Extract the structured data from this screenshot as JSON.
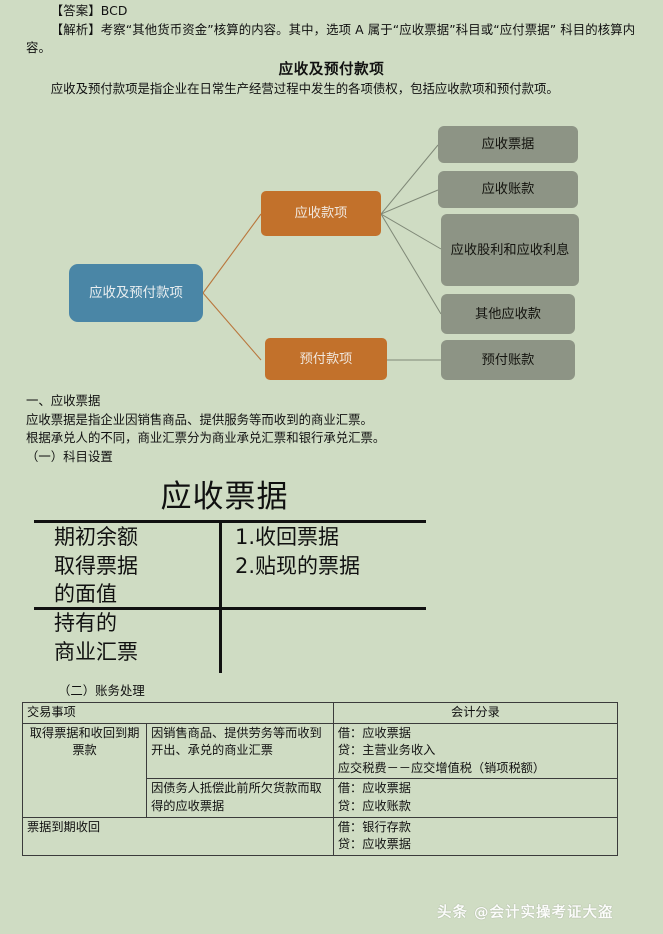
{
  "page": {
    "background_color": "#cfdcc3",
    "text_color": "#111111"
  },
  "top_prose": {
    "answer_line": "【答案】BCD",
    "analysis_line": "【解析】考察“其他货币资金”核算的内容。其中，选项 A 属于“应收票据”科目或“应付票据” 科目的核算内容。"
  },
  "section": {
    "title": "应收及预付款项",
    "paragraph": "应收及预付款项是指企业在日常生产经营过程中发生的各项债权，包括应收款项和预付款项。"
  },
  "diagram": {
    "root": {
      "label": "应收及预付款项",
      "color": "#4a86a6"
    },
    "branches": [
      {
        "label": "应收款项",
        "color": "#c2712b"
      },
      {
        "label": "预付款项",
        "color": "#c2712b"
      }
    ],
    "leaves": [
      {
        "label": "应收票据",
        "color": "#8d9485"
      },
      {
        "label": "应收账款",
        "color": "#8d9485"
      },
      {
        "label": "应收股利和应收利息",
        "color": "#8d9485"
      },
      {
        "label": "其他应收款",
        "color": "#8d9485"
      },
      {
        "label": "预付账款",
        "color": "#8d9485"
      }
    ],
    "connector_colors": {
      "root_to_branch": "#b9763c",
      "branch_to_leaf": "#7f8877"
    }
  },
  "mid_prose": {
    "heading": "一、应收票据",
    "line1": "应收票据是指企业因销售商品、提供服务等而收到的商业汇票。",
    "line2": "根据承兑人的不同，商业汇票分为商业承兑汇票和银行承兑汇票。",
    "line3": "（一）科目设置"
  },
  "taccount": {
    "name": "应收票据",
    "debit_top": "期初余额\n取得票据\n的面值",
    "debit_bottom": "持有的\n商业汇票",
    "credit_top": "1.收回票据\n2.贴现的票据"
  },
  "sub_label": "（二）账务处理",
  "table": {
    "headers": [
      "交易事项",
      "会计分录"
    ],
    "rows": [
      {
        "event": "取得票据和收回到期票款",
        "detail": "因销售商品、提供劳务等而收到开出、承兑的商业汇票",
        "entry": "借：应收票据\n        贷：主营业务收入\n                应交税费－－应交增值税（销项税额）"
      },
      {
        "event": "",
        "detail": "因债务人抵偿此前所欠货款而取得的应收票据",
        "entry": "借：应收票据\n        贷：应收账款"
      },
      {
        "event": "票据到期收回",
        "detail": "",
        "entry": "借：银行存款\n        贷：应收票据"
      }
    ]
  },
  "watermark": "头条 @会计实操考证大盗"
}
